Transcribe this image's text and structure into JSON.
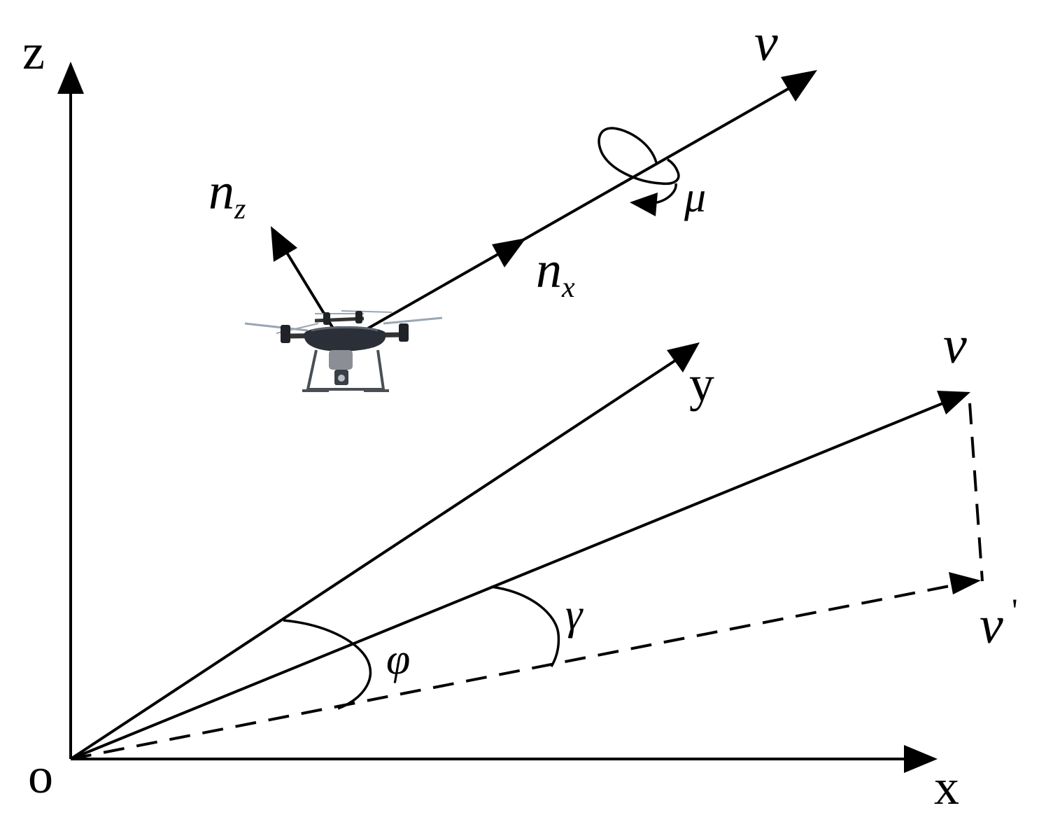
{
  "labels": {
    "origin": "o",
    "x_axis": "x",
    "y_axis": "y",
    "z_axis": "z",
    "v_top": "ν",
    "v_mid": "ν",
    "v_prime": "ν",
    "v_prime_mark": "'",
    "n_z_base": "n",
    "n_z_sub": "z",
    "n_x_base": "n",
    "n_x_sub": "x",
    "mu": "μ",
    "gamma": "γ",
    "phi": "φ"
  },
  "drone": {
    "icon": "quadcopter-drone-icon"
  }
}
